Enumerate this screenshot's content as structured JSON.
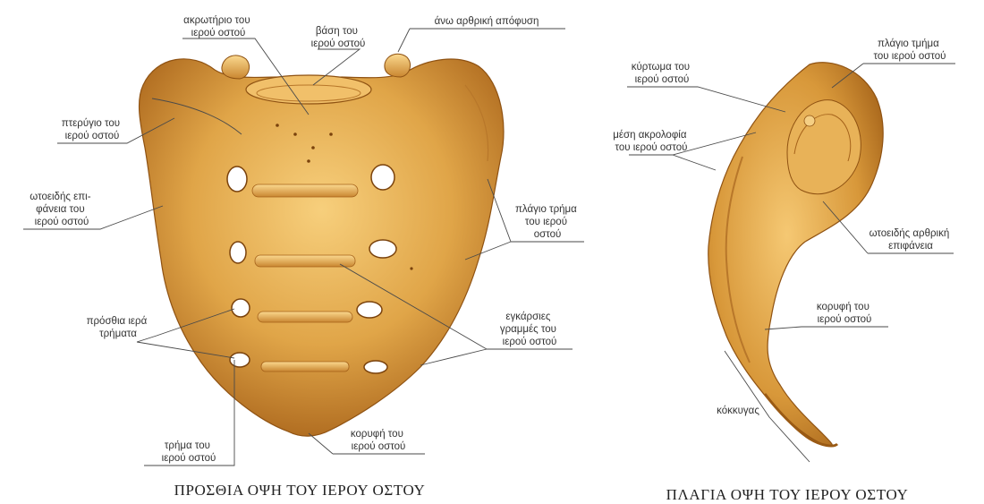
{
  "colors": {
    "bone_light": "#f3c46a",
    "bone_mid": "#d99a3a",
    "bone_dark": "#9a5a14",
    "hole": "#ffffff",
    "text": "#333333"
  },
  "front": {
    "caption": "ΠΡΟΣΘΙΑ ΟΨΗ ΤΟΥ ΙΕΡΟΥ ΟΣΤΟΥ",
    "labels": {
      "promontory": [
        "ακρωτήριο του",
        "ιερού οστού"
      ],
      "base": [
        "βάση του",
        "ιερού οστού"
      ],
      "superior_articular": [
        "άνω αρθρική απόφυση"
      ],
      "ala": [
        "πτερύγιο του",
        "ιερού οστού"
      ],
      "auricular": [
        "ωτοειδής επι-",
        "φάνεια του",
        "ιερού οστού"
      ],
      "lateral_part": [
        "πλάγιο τρήμα",
        "του ιερού",
        "οστού"
      ],
      "anterior_foramina": [
        "πρόσθια ιερά",
        "τρήματα"
      ],
      "transverse_lines": [
        "εγκάρσιες",
        "γραμμές του",
        "ιερού οστού"
      ],
      "foramen": [
        "τρήμα του",
        "ιερού οστού"
      ],
      "apex": [
        "κορυφή του",
        "ιερού οστού"
      ]
    }
  },
  "side": {
    "caption": "ΠΛΑΓΙΑ ΟΨΗ ΤΟΥ ΙΕΡΟΥ ΟΣΤΟΥ",
    "labels": {
      "curvature": [
        "κύρτωμα του",
        "ιερού οστού"
      ],
      "lateral_part": [
        "πλάγιο τμήμα",
        "του ιερού οστού"
      ],
      "median_crest": [
        "μέση ακρολοφία",
        "του ιερού οστού"
      ],
      "auricular": [
        "ωτοειδής αρθρική",
        "επιφάνεια"
      ],
      "apex": [
        "κορυφή του",
        "ιερού οστού"
      ],
      "coccyx": [
        "κόκκυγας"
      ]
    }
  }
}
